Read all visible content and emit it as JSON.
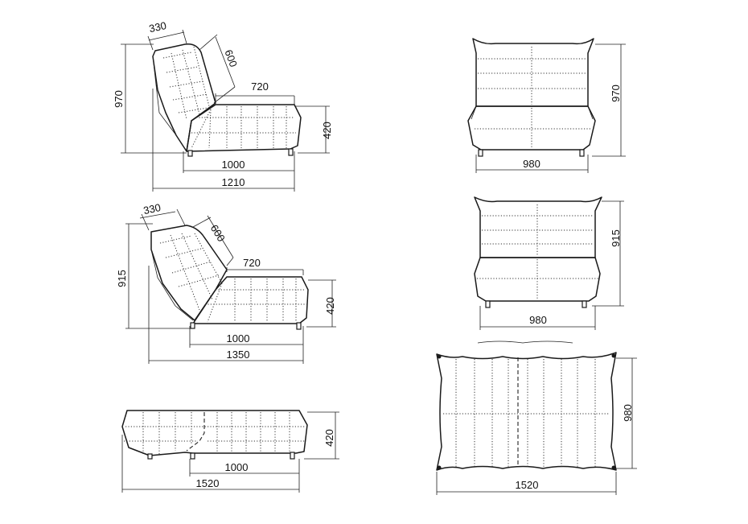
{
  "views": {
    "side_upright": {
      "width_seat": "1000",
      "width_total": "1210",
      "height": "970",
      "back_depth": "330",
      "back_length": "600",
      "seat_depth": "720",
      "seat_height": "420"
    },
    "side_reclined": {
      "width_seat": "1000",
      "width_total": "1350",
      "height": "915",
      "back_depth": "330",
      "back_length": "600",
      "seat_depth": "720",
      "seat_height": "420"
    },
    "side_flat": {
      "width_seat": "1000",
      "width_total": "1520",
      "seat_height": "420"
    },
    "front_upright": {
      "width": "980",
      "height": "970"
    },
    "front_reclined": {
      "width": "980",
      "height": "915"
    },
    "top_flat": {
      "length": "1520",
      "width": "980"
    }
  }
}
